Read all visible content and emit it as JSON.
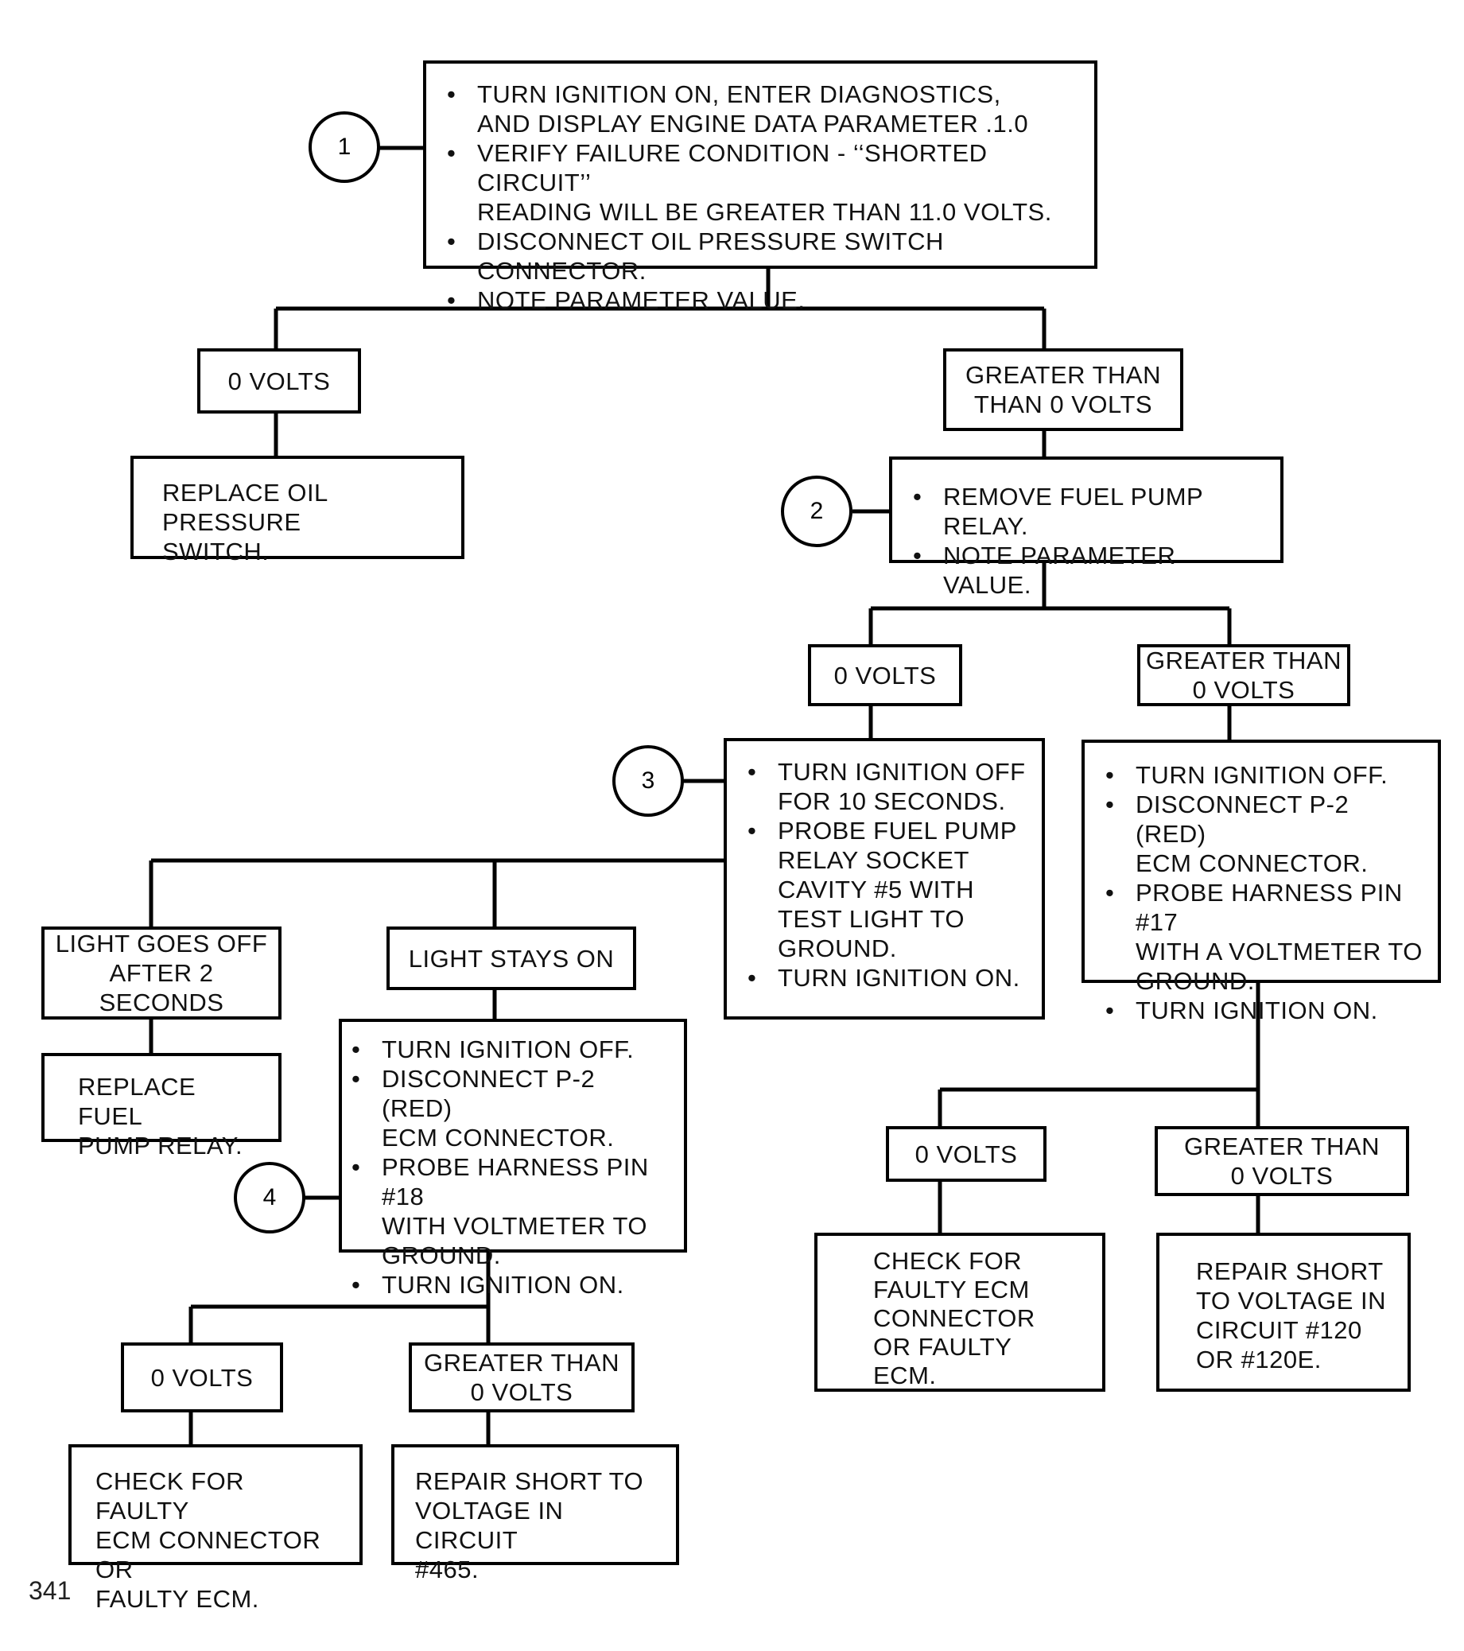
{
  "steps": {
    "s1": {
      "number": "1",
      "items": [
        "TURN IGNITION ON, ENTER DIAGNOSTICS,\nAND DISPLAY ENGINE DATA PARAMETER .1.0",
        "VERIFY FAILURE CONDITION - ‘‘SHORTED CIRCUIT’’\nREADING WILL BE GREATER THAN 11.0 VOLTS.",
        "DISCONNECT OIL PRESSURE SWITCH CONNECTOR.",
        "NOTE PARAMETER VALUE."
      ]
    },
    "s2": {
      "number": "2",
      "items": [
        "REMOVE FUEL PUMP RELAY.",
        "NOTE PARAMETER VALUE."
      ]
    },
    "s3": {
      "number": "3",
      "items": [
        "TURN IGNITION OFF\nFOR 10 SECONDS.",
        "PROBE FUEL PUMP\nRELAY SOCKET\nCAVITY  #5  WITH\nTEST LIGHT TO\nGROUND.",
        "TURN IGNITION ON."
      ]
    },
    "s4": {
      "number": "4",
      "items": [
        "TURN IGNITION OFF.",
        "DISCONNECT P-2 (RED)\nECM CONNECTOR.",
        "PROBE HARNESS PIN #18\nWITH VOLTMETER TO\nGROUND.",
        "TURN IGNITION ON."
      ]
    },
    "s5": {
      "items": [
        "TURN IGNITION OFF.",
        "DISCONNECT P-2 (RED)\nECM CONNECTOR.",
        "PROBE HARNESS PIN #17\nWITH A VOLTMETER TO\nGROUND.",
        "TURN IGNITION ON."
      ]
    }
  },
  "outcomes": {
    "s1_zero": "0 VOLTS",
    "s1_gt": "GREATER THAN\nTHAN 0 VOLTS",
    "s2_zero": "0 VOLTS",
    "s2_gt": "GREATER THAN\n0 VOLTS",
    "s3_off": "LIGHT GOES OFF\nAFTER 2 SECONDS",
    "s3_on": "LIGHT STAYS ON",
    "s4_zero": "0 VOLTS",
    "s4_gt": "GREATER THAN\n0 VOLTS",
    "s5_zero": "0 VOLTS",
    "s5_gt": "GREATER THAN\n0 VOLTS"
  },
  "actions": {
    "replace_oil_switch": "REPLACE OIL PRESSURE\nSWITCH.",
    "replace_relay": "REPLACE FUEL\nPUMP RELAY.",
    "check_ecm_left": "CHECK FOR FAULTY\nECM CONNECTOR OR\nFAULTY ECM.",
    "repair_465": "REPAIR SHORT TO\nVOLTAGE IN CIRCUIT\n#465.",
    "check_ecm_right": "CHECK FOR\nFAULTY ECM\nCONNECTOR\nOR FAULTY\nECM.",
    "repair_120": "REPAIR SHORT\nTO VOLTAGE IN\nCIRCUIT #120\nOR #120E."
  },
  "page_number": "341"
}
